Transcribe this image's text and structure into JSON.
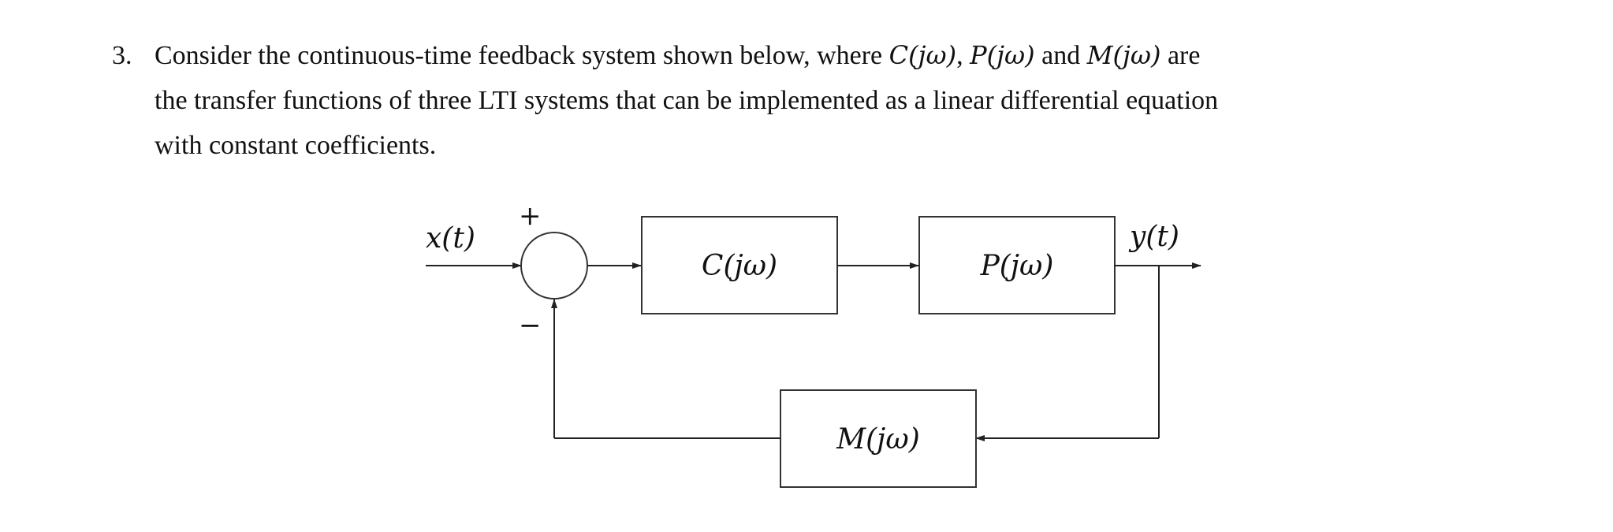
{
  "problem": {
    "number": "3.",
    "line1_a": "Consider the continuous-time feedback system shown below, where",
    "line1_C": "C",
    "line1_comma1": ",",
    "line1_P": "P",
    "line1_and": "and",
    "line1_M": "M",
    "line1_are": "are",
    "jw": "(jω)",
    "line2": "the transfer functions of three LTI systems that can be implemented as a linear differential equation",
    "line3": "with constant coefficients."
  },
  "diagram": {
    "input_label": "x(t)",
    "output_label": "y(t)",
    "plus_sign": "+",
    "minus_sign": "−",
    "blocks": {
      "C": "C(jω)",
      "P": "P(jω)",
      "M": "M(jω)"
    }
  }
}
